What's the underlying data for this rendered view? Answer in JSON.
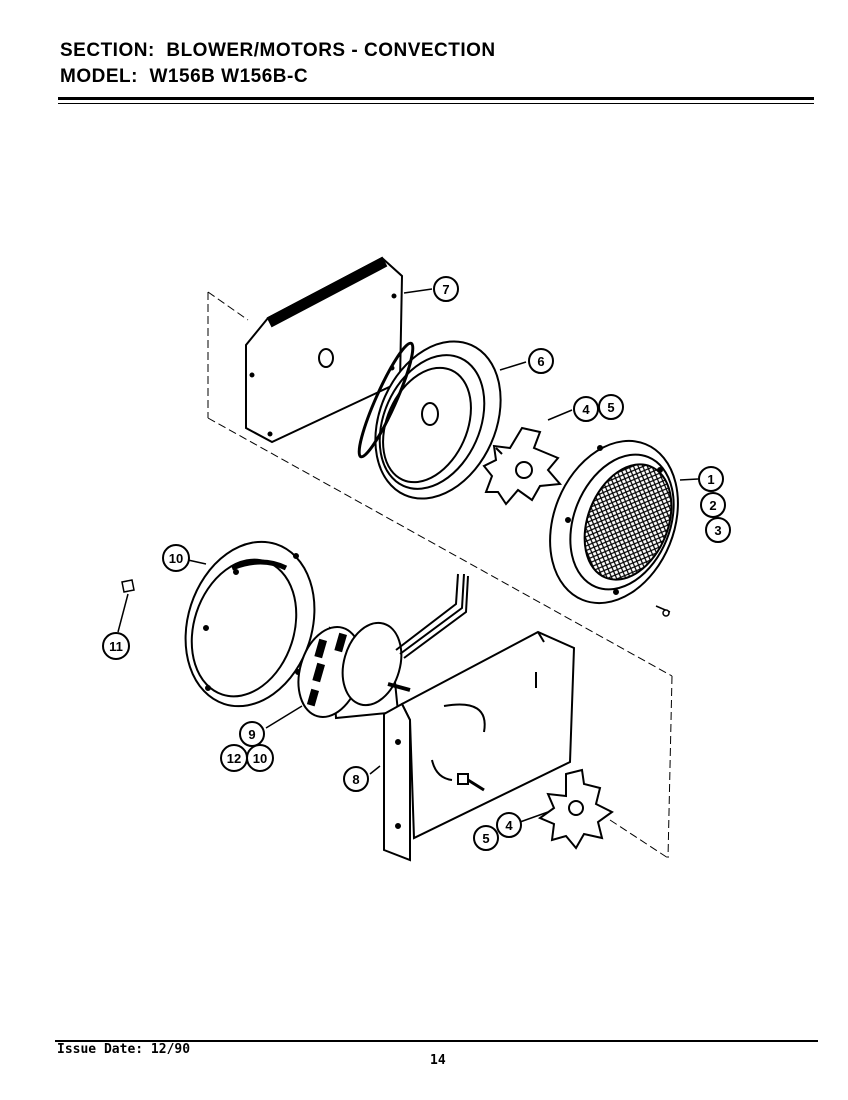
{
  "header": {
    "section_label": "SECTION:",
    "section_value": "BLOWER/MOTORS - CONVECTION",
    "model_label": "MODEL:",
    "model_value": "W156B  W156B-C"
  },
  "footer": {
    "issue_date": "Issue Date: 12/90",
    "page_number": "14"
  },
  "callouts": [
    "1",
    "2",
    "3",
    "4",
    "5",
    "6",
    "7",
    "8",
    "9",
    "10",
    "11",
    "12"
  ]
}
